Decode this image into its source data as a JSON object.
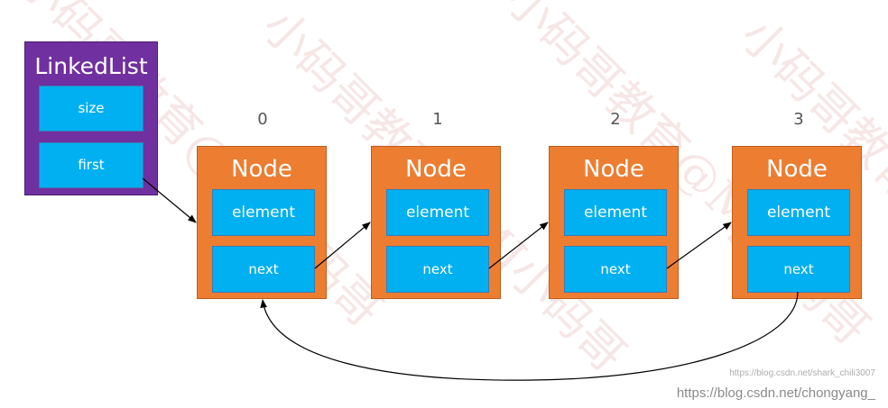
{
  "watermarks": [
    "小码哥教育@MJ小码哥",
    "小码哥教育@MJ小码哥",
    "小码哥教育@MJ小码哥",
    "小码哥教育@MJ小码哥"
  ],
  "linked_list": {
    "title": "LinkedList",
    "fields": [
      "size",
      "first"
    ]
  },
  "nodes": [
    {
      "index": "0",
      "title": "Node",
      "element": "element",
      "next": "next"
    },
    {
      "index": "1",
      "title": "Node",
      "element": "element",
      "next": "next"
    },
    {
      "index": "2",
      "title": "Node",
      "element": "element",
      "next": "next"
    },
    {
      "index": "3",
      "title": "Node",
      "element": "element",
      "next": "next"
    }
  ],
  "footer": {
    "url_small": "https://blog.csdn.net/shark_chili3007",
    "url_large": "https://blog.csdn.net/chongyang_"
  },
  "colors": {
    "container": "#7030a0",
    "node": "#ed7d31",
    "field": "#00b0f0",
    "arrow": "#000000"
  }
}
